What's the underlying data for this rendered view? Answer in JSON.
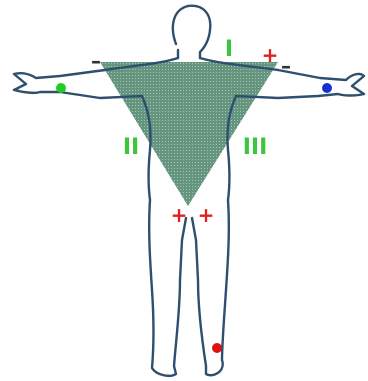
{
  "figure": {
    "colors": {
      "outline": "#2f4f6f",
      "triangle_fill": "#5e8f78",
      "lead_label": "#3ec43e",
      "plus_sign": "#e02020",
      "minus_sign": "#333333",
      "electrode_right_arm": "#22cc22",
      "electrode_left_arm": "#1a2fd0",
      "electrode_leg": "#dd1111"
    },
    "leads": {
      "lead_1": "I",
      "lead_2": "II",
      "lead_3": "III"
    },
    "signs": {
      "minus_right_arm": "–",
      "plus_left_arm": "+",
      "minus_left_arm": "–",
      "plus_leg_lead2": "+",
      "plus_leg_lead3": "+"
    }
  }
}
